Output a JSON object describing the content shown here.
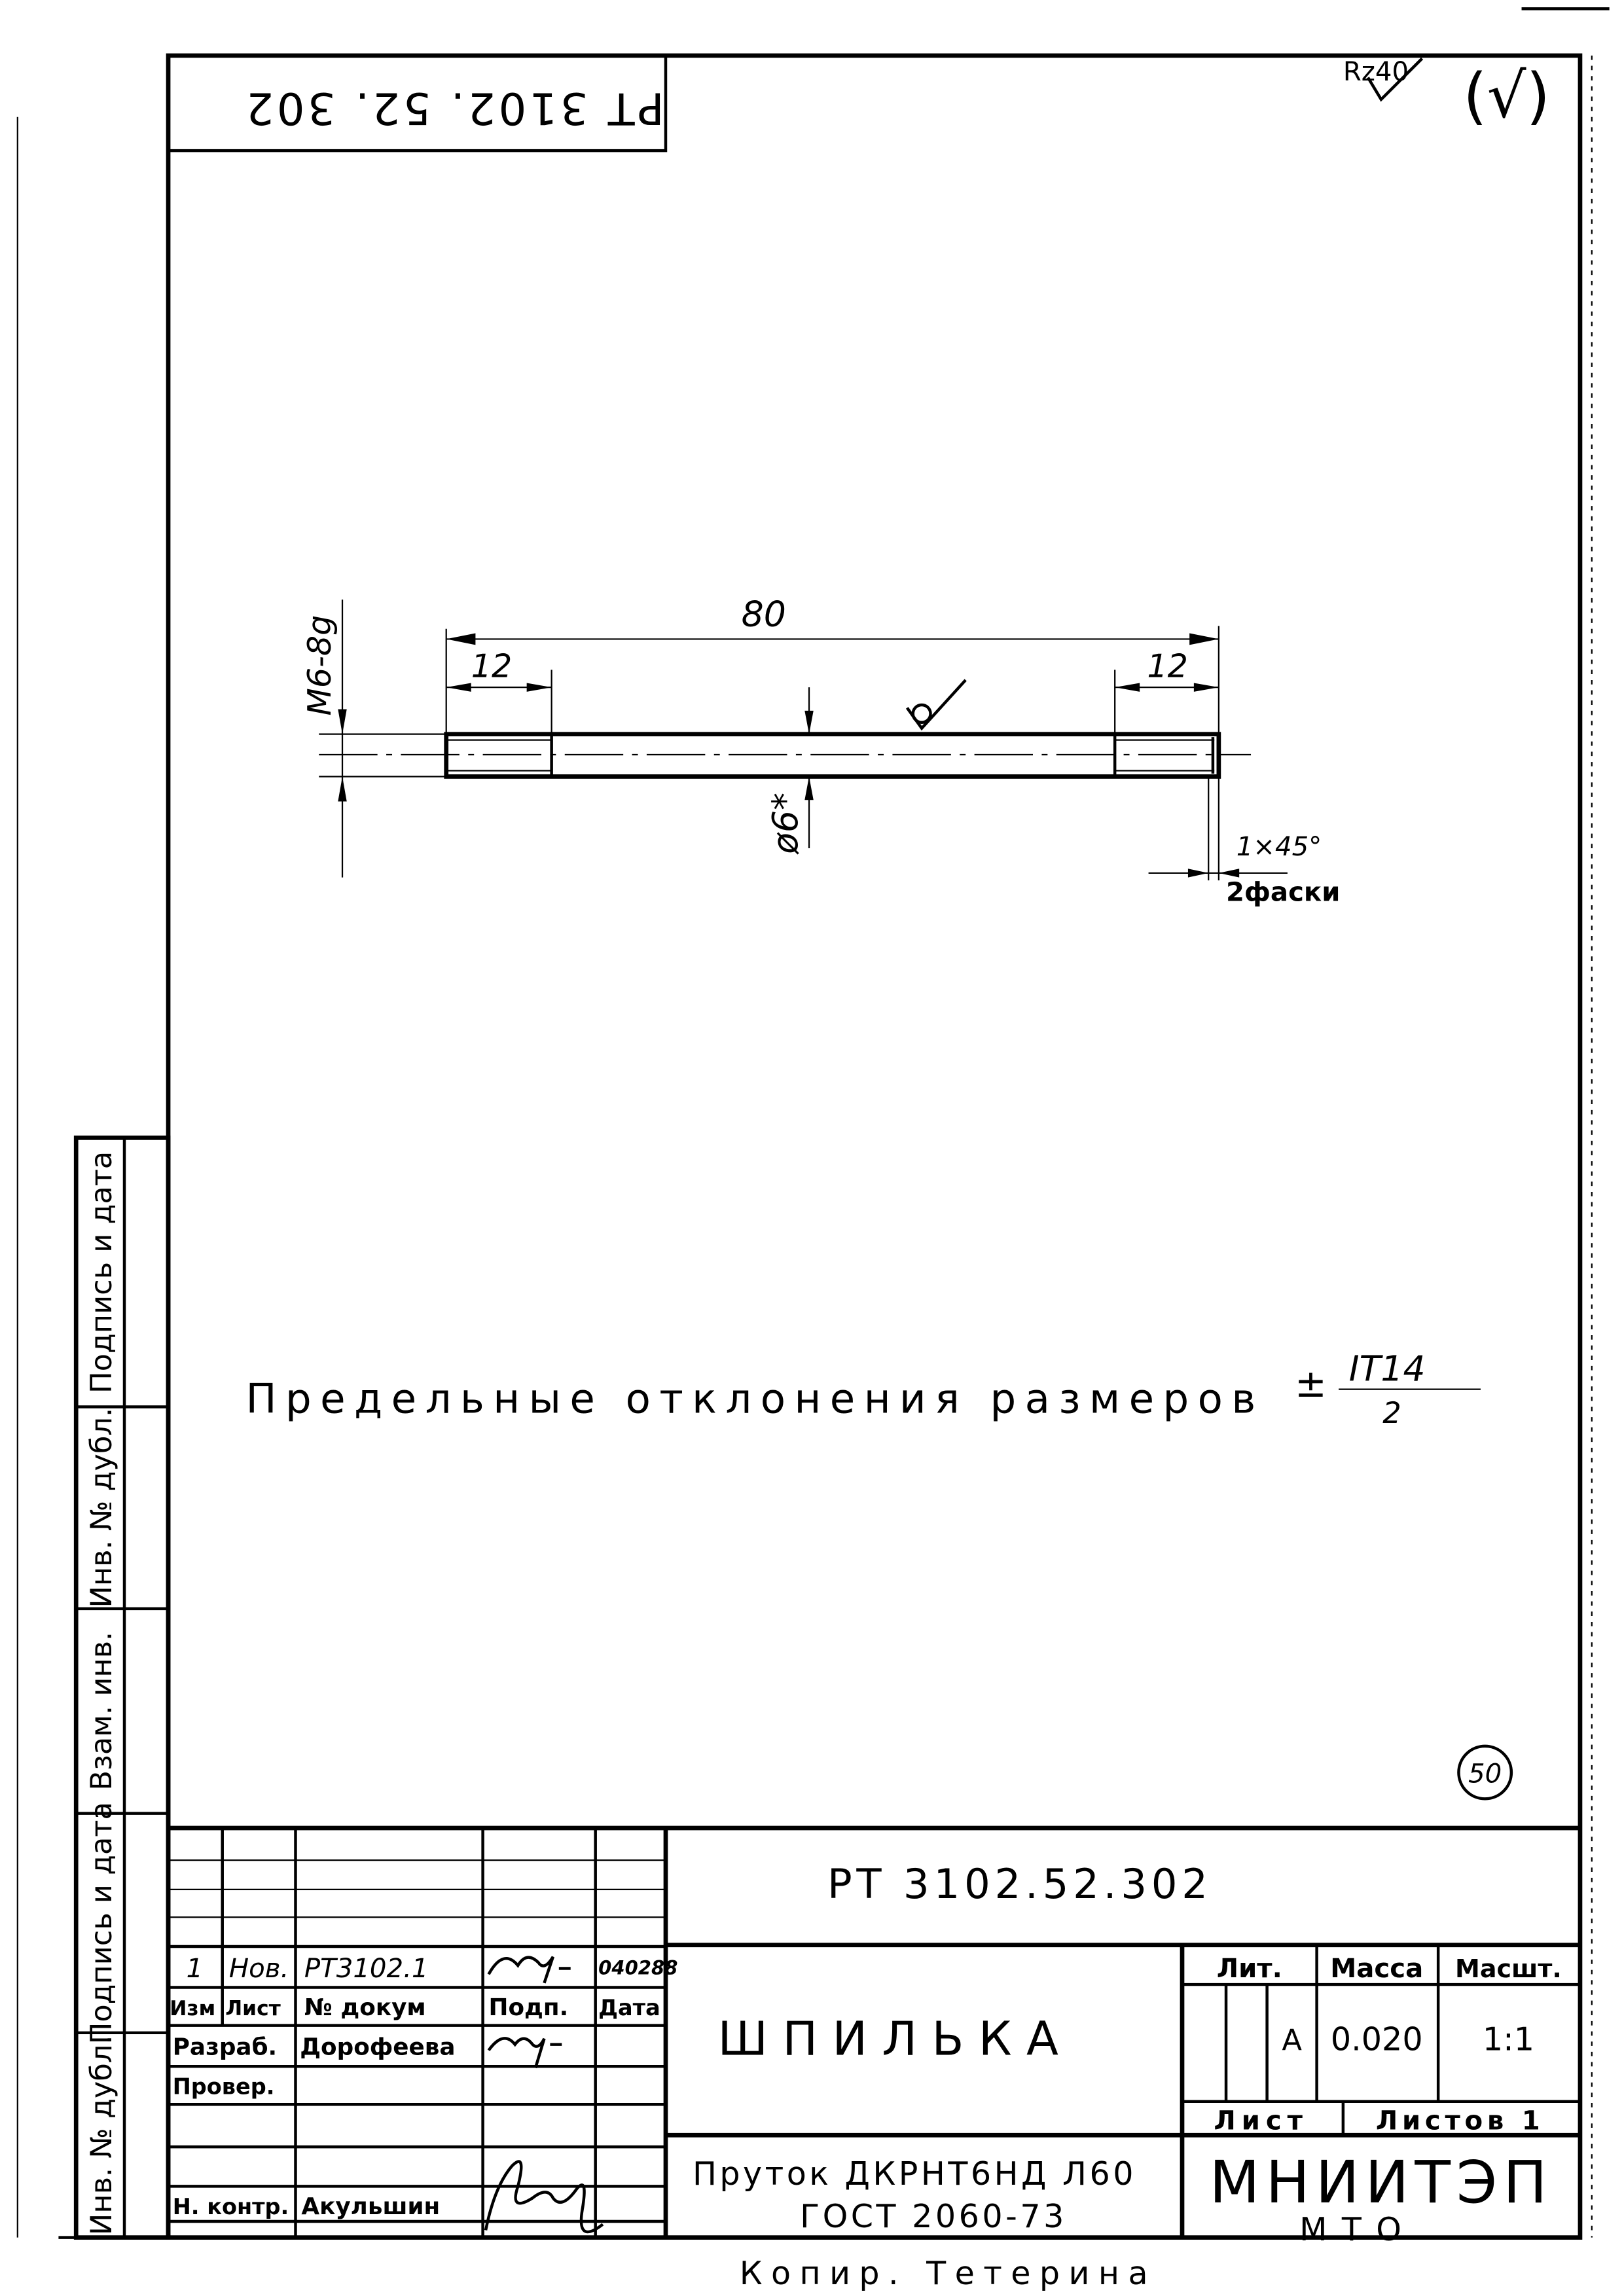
{
  "top_stamp": {
    "designation_rotated": "PT 3102. 52. 302"
  },
  "roughness": {
    "general": "Rz40",
    "other": "(√)"
  },
  "drawing": {
    "overall_length": "80",
    "thread_length_left": "12",
    "thread_length_right": "12",
    "thread": "M6-8g",
    "diameter": "ø6*",
    "chamfer": "1×45°",
    "chamfer_note": "2фаски"
  },
  "note": {
    "text": "Предельные отклонения размеров",
    "tolerance_sign": "±",
    "numerator": "IT14",
    "denominator": "2"
  },
  "sheet_stamp_number": "50",
  "side_strip": [
    "Подпись и дата",
    "Инв. № дубл.",
    "Взам. инв.",
    "Подпись и дата",
    "Инв. № дубл."
  ],
  "title_block": {
    "designation": "PT 3102.52.302",
    "part_name": "ШПИЛЬКА",
    "material_line1": "Пруток ДКРНТ6НД Л60",
    "material_line2": "ГОСТ 2060-73",
    "organization": "МНИИТЭП",
    "department": "МТО",
    "revision": {
      "izm": "1",
      "list": "Нов.",
      "doc": "PT3102.1",
      "date": "040288"
    },
    "headers": {
      "izm": "Изм",
      "list": "Лист",
      "doc": "№ докум",
      "sign": "Подп.",
      "date": "Дата"
    },
    "roles": [
      {
        "role": "Разраб.",
        "name": "Дорофеева"
      },
      {
        "role": "Провер.",
        "name": ""
      },
      {
        "role": "Н. контр.",
        "name": "Акульшин"
      }
    ],
    "lit_label": "Лит.",
    "lit_value": "А",
    "mass_label": "Масса",
    "mass_value": "0.020",
    "scale_label": "Масшт.",
    "scale_value": "1:1",
    "sheet_label": "Лист",
    "sheets_label": "Листов 1"
  },
  "footer": {
    "copied_by": "Копир. Тетерина"
  }
}
